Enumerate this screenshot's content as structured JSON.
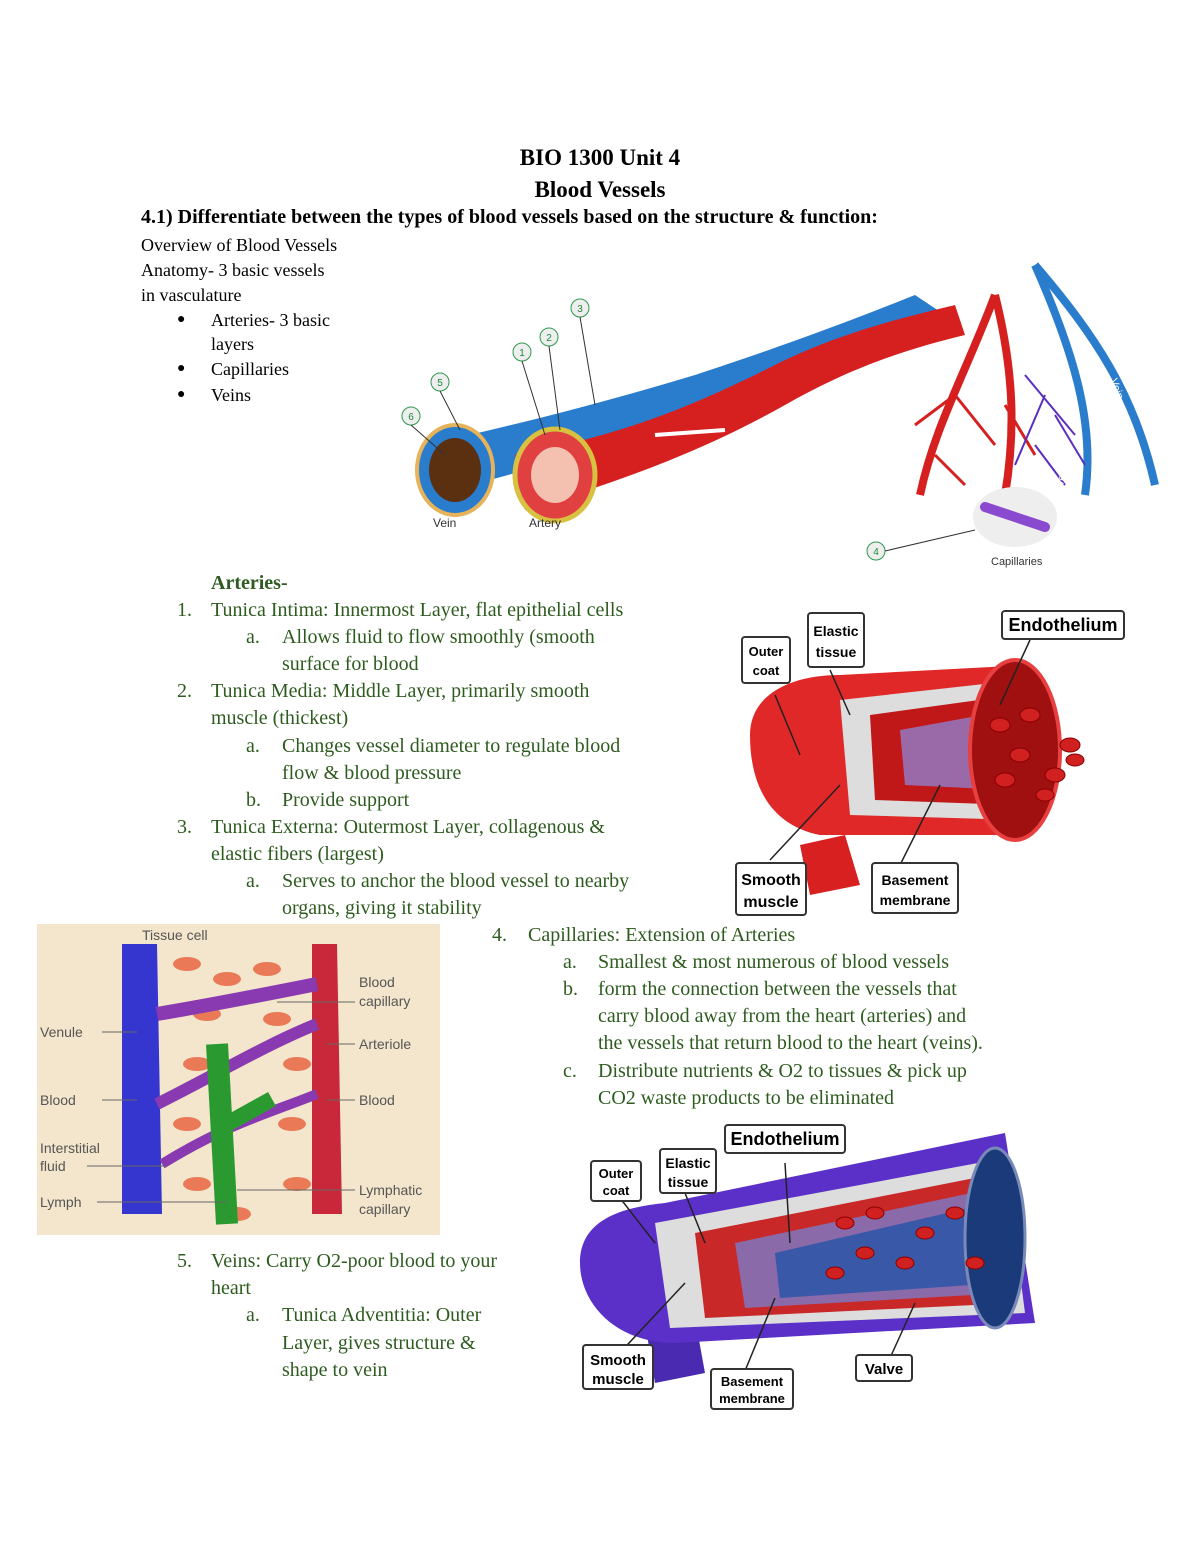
{
  "header": {
    "course": "BIO 1300 Unit 4",
    "topic": "Blood Vessels",
    "objective": "4.1) Differentiate between the types of blood vessels based on the structure & function:"
  },
  "overview": {
    "title": "Overview of Blood Vessels",
    "anatomy_line1": "Anatomy- 3 basic vessels",
    "anatomy_line2": "in vasculature",
    "bullets": [
      "Arteries- 3 basic",
      "layers",
      "Capillaries",
      "Veins"
    ]
  },
  "figure1": {
    "labels": {
      "vein": "Vein",
      "artery": "Artery",
      "artery_branch": "Artery",
      "vein_branch": "Vein",
      "arteriole": "Arteriole",
      "venule": "Venule",
      "capillaries": "Capillaries"
    },
    "numbers": [
      "1",
      "2",
      "3",
      "4",
      "5",
      "6"
    ]
  },
  "arteries": {
    "heading": "Arteries-",
    "items": [
      {
        "num": "1.",
        "text": "Tunica Intima: Innermost Layer, flat epithelial cells",
        "sub": [
          {
            "letter": "a.",
            "line1": "Allows fluid to flow smoothly (smooth",
            "line2": "surface for blood"
          }
        ]
      },
      {
        "num": "2.",
        "line1": "Tunica Media: Middle Layer, primarily smooth",
        "line2": "muscle (thickest)",
        "sub": [
          {
            "letter": "a.",
            "line1": "Changes vessel diameter to regulate blood",
            "line2": "flow & blood pressure"
          },
          {
            "letter": "b.",
            "line1": "Provide support"
          }
        ]
      },
      {
        "num": "3.",
        "line1": "Tunica Externa: Outermost Layer, collagenous &",
        "line2": "elastic fibers (largest)",
        "sub": [
          {
            "letter": "a.",
            "line1": "Serves to anchor the blood vessel to nearby",
            "line2": "organs, giving it stability"
          }
        ]
      }
    ]
  },
  "figure_artery": {
    "labels": {
      "outer_coat_1": "Outer",
      "outer_coat_2": "coat",
      "elastic_1": "Elastic",
      "elastic_2": "tissue",
      "endothelium": "Endothelium",
      "smooth_1": "Smooth",
      "smooth_2": "muscle",
      "basement_1": "Basement",
      "basement_2": "membrane"
    }
  },
  "capillaries": {
    "num": "4.",
    "title": "Capillaries: Extension of Arteries",
    "sub": [
      {
        "letter": "a.",
        "lines": [
          "Smallest & most numerous of blood vessels"
        ]
      },
      {
        "letter": "b.",
        "lines": [
          "form the connection between the vessels that",
          "carry blood away from the heart (arteries) and",
          "the vessels that return blood to the heart (veins)."
        ]
      },
      {
        "letter": "c.",
        "lines": [
          "Distribute nutrients & O2 to tissues & pick up",
          "CO2 waste products to be eliminated"
        ]
      }
    ]
  },
  "figure_capbed": {
    "labels": {
      "tissue_cell": "Tissue cell",
      "blood_capillary_1": "Blood",
      "blood_capillary_2": "capillary",
      "venule": "Venule",
      "arteriole": "Arteriole",
      "blood_left": "Blood",
      "blood_right": "Blood",
      "interstitial_1": "Interstitial",
      "interstitial_2": "fluid",
      "lymph": "Lymph",
      "lymphatic_1": "Lymphatic",
      "lymphatic_2": "capillary"
    }
  },
  "veins": {
    "num": "5.",
    "line1": "Veins: Carry O2-poor blood to your",
    "line2": "heart",
    "sub": [
      {
        "letter": "a.",
        "lines": [
          "Tunica Adventitia: Outer",
          "Layer, gives structure &",
          "shape to vein"
        ]
      }
    ]
  },
  "figure_vein": {
    "labels": {
      "outer_1": "Outer",
      "outer_2": "coat",
      "elastic_1": "Elastic",
      "elastic_2": "tissue",
      "endothelium": "Endothelium",
      "smooth_1": "Smooth",
      "smooth_2": "muscle",
      "basement_1": "Basement",
      "basement_2": "membrane",
      "valve": "Valve"
    }
  },
  "colors": {
    "green_text": "#2e5b1f",
    "artery_red": "#d62020",
    "vein_blue": "#2a7ccc",
    "vein_purple": "#5a2fc0"
  }
}
